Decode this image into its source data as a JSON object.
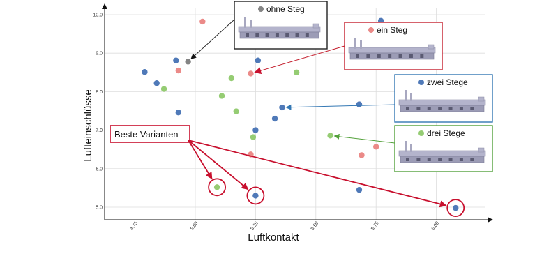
{
  "chart_data": {
    "type": "scatter",
    "xlabel": "Luftkontakt",
    "ylabel": "Lufteinschlüsse",
    "xlim": [
      4.6,
      6.2
    ],
    "ylim": [
      4.7,
      10.1
    ],
    "x_ticks": [
      "4.75",
      "5.00",
      "5.25",
      "5.50",
      "5.75",
      "6.00"
    ],
    "y_ticks": [
      "5.0",
      "6.0",
      "7.0",
      "8.0",
      "9.0",
      "10.0"
    ],
    "grid": true,
    "series": [
      {
        "name": "ohne Steg",
        "color": "#848484",
        "points": [
          [
            4.97,
            8.78
          ]
        ]
      },
      {
        "name": "ein Steg",
        "color": "#eb8a88",
        "points": [
          [
            5.03,
            9.82
          ],
          [
            4.93,
            8.55
          ],
          [
            5.23,
            8.47
          ],
          [
            5.23,
            6.37
          ],
          [
            5.69,
            6.35
          ],
          [
            5.75,
            6.57
          ]
        ]
      },
      {
        "name": "zwei Stege",
        "color": "#4f79b8",
        "points": [
          [
            4.79,
            8.51
          ],
          [
            4.84,
            8.22
          ],
          [
            4.92,
            8.81
          ],
          [
            4.93,
            7.46
          ],
          [
            5.26,
            8.81
          ],
          [
            5.36,
            7.59
          ],
          [
            5.33,
            7.3
          ],
          [
            5.25,
            7.0
          ],
          [
            5.25,
            5.3
          ],
          [
            5.68,
            7.67
          ],
          [
            5.68,
            5.45
          ],
          [
            5.77,
            9.84
          ],
          [
            6.08,
            4.98
          ]
        ]
      },
      {
        "name": "drei Stege",
        "color": "#95cc73",
        "points": [
          [
            4.87,
            8.07
          ],
          [
            5.15,
            8.35
          ],
          [
            5.11,
            7.89
          ],
          [
            5.17,
            7.49
          ],
          [
            5.42,
            8.5
          ],
          [
            5.24,
            6.82
          ],
          [
            5.09,
            5.52
          ],
          [
            5.56,
            6.86
          ]
        ]
      }
    ],
    "annotations": {
      "best_label": "Beste Varianten",
      "best_points": [
        [
          5.09,
          5.52
        ],
        [
          5.25,
          5.3
        ],
        [
          6.08,
          4.98
        ]
      ],
      "legend_arrows": [
        {
          "name": "ohne Steg",
          "target": [
            4.97,
            8.78
          ]
        },
        {
          "name": "ein Steg",
          "target": [
            5.23,
            8.47
          ]
        },
        {
          "name": "zwei Stege",
          "target": [
            5.36,
            7.59
          ]
        },
        {
          "name": "drei Stege",
          "target": [
            5.56,
            6.86
          ]
        }
      ]
    }
  },
  "legend": [
    {
      "label": "ohne Steg",
      "color": "#848484",
      "box_color": "#222222"
    },
    {
      "label": "ein Steg",
      "color": "#eb8a88",
      "box_color": "#c41f2e"
    },
    {
      "label": "zwei Stege",
      "color": "#4f79b8",
      "box_color": "#3478b4"
    },
    {
      "label": "drei Stege",
      "color": "#95cc73",
      "box_color": "#53a13b"
    }
  ],
  "colors": {
    "highlight": "#c8102e",
    "axis": "#111111",
    "grid": "#dddddd"
  }
}
